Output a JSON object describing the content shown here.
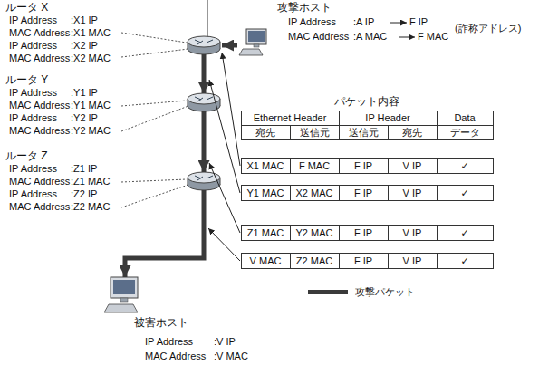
{
  "diagram": {
    "nodes": [
      {
        "text": [
          "ルータ X",
          "IP Address",
          ":X1 IP",
          "MAC Address",
          ":X1 MAC",
          "IP Address",
          ":X2 IP",
          "MAC Address",
          ":X2 MAC"
        ]
      },
      {
        "text": [
          "攻撃ホスト",
          "IP Address",
          ":A IP",
          "F IP",
          "(詐称アドレス)",
          "MAC Address",
          ":A MAC",
          "F MAC"
        ]
      },
      {
        "text": [
          "ルータ Y",
          "IP Address",
          ":Y1 IP",
          "MAC Address",
          ":Y1 MAC",
          "IP Address",
          ":Y2 IP",
          "MAC Address",
          ":Y2 MAC"
        ]
      },
      {
        "text": [
          "ルータ Z",
          "IP Address",
          ":Z1 IP",
          "MAC Address",
          ":Z1 MAC",
          "IP Address",
          ":Z2 IP",
          "MAC Address",
          ":Z2 MAC"
        ]
      },
      {
        "text": [
          "被害ホスト",
          "IP Address",
          ":V IP",
          "MAC Address",
          ":V MAC"
        ]
      }
    ],
    "edges": [
      {
        "from": 1,
        "to": 0,
        "arrow": "to"
      },
      {
        "from": 0,
        "to": 2,
        "arrow": "to"
      },
      {
        "from": 2,
        "to": 3,
        "arrow": "to"
      },
      {
        "from": 3,
        "to": 4,
        "arrow": "to"
      }
    ],
    "labels": [
      "パケット内容",
      "Ethernet Header",
      "IP Header",
      "Data",
      "宛先",
      "送信元",
      "送信元",
      "宛先",
      "データ",
      "X1 MAC",
      "F MAC",
      "F IP",
      "V IP",
      "✓",
      "Y1 MAC",
      "X2 MAC",
      "F IP",
      "V IP",
      "✓",
      "Z1 MAC",
      "Y2 MAC",
      "F IP",
      "V IP",
      "✓",
      "V MAC",
      "Z2 MAC",
      "F IP",
      "V IP",
      "✓"
    ],
    "legend": [
      {
        "text": "攻撃パケット"
      }
    ]
  }
}
